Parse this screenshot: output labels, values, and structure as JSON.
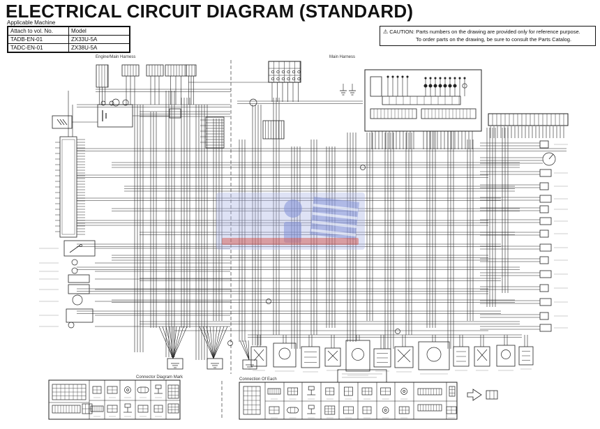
{
  "title": "ELECTRICAL CIRCUIT DIAGRAM (STANDARD)",
  "applicable_machine": {
    "label": "Applicable Machine",
    "headers": [
      "Attach to vol. No.",
      "Model"
    ],
    "rows": [
      [
        "TADB-EN-01",
        "ZX33U-5A"
      ],
      [
        "TADC-EN-01",
        "ZX38U-5A"
      ]
    ]
  },
  "caution": {
    "icon": "⚠",
    "line1": "CAUTION: Parts numbers on the drawing are provided only for reference purpose.",
    "line2": "To order parts on the drawing, be sure to consult the Parts Catalog."
  },
  "diagram": {
    "harness_labels": {
      "left": "Engine/Main Harness",
      "right": "Main Harness"
    }
  },
  "legend": {
    "left_header": "Connector Diagram Mark",
    "right_header": "Connection Of Each"
  },
  "colors": {
    "line": "#222222",
    "watermark_blue": "#8494d8",
    "watermark_bg": "#aab4e6",
    "watermark_red": "#cf4a42"
  }
}
